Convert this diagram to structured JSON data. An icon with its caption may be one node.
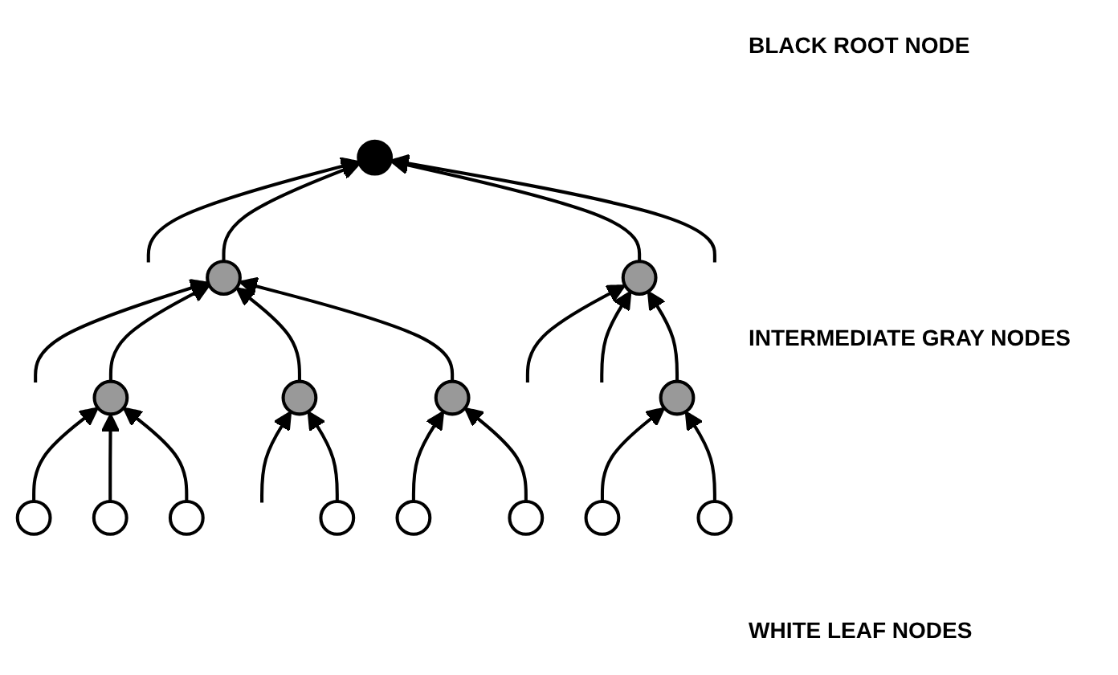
{
  "diagram": {
    "nodes": [
      {
        "text": [],
        "shape": "circle"
      },
      {
        "text": [],
        "shape": "circle"
      },
      {
        "text": [],
        "shape": "circle"
      },
      {
        "text": [],
        "shape": "circle"
      },
      {
        "text": [],
        "shape": "circle"
      },
      {
        "text": [],
        "shape": "circle"
      },
      {
        "text": [],
        "shape": "circle"
      },
      {
        "text": [],
        "shape": "circle"
      },
      {
        "text": [],
        "shape": "circle"
      },
      {
        "text": [],
        "shape": "circle"
      },
      {
        "text": [],
        "shape": "circle"
      },
      {
        "text": [],
        "shape": "circle"
      },
      {
        "text": [],
        "shape": "circle"
      },
      {
        "text": [],
        "shape": "circle"
      },
      {
        "text": [],
        "shape": "circle"
      }
    ],
    "edges": [
      {
        "from": null,
        "to": 0,
        "arrow": "to"
      },
      {
        "from": 1,
        "to": 0,
        "arrow": "to"
      },
      {
        "from": 2,
        "to": 0,
        "arrow": "to"
      },
      {
        "from": null,
        "to": 0,
        "arrow": "to"
      },
      {
        "from": null,
        "to": 1,
        "arrow": "to"
      },
      {
        "from": 3,
        "to": 1,
        "arrow": "to"
      },
      {
        "from": 4,
        "to": 1,
        "arrow": "to"
      },
      {
        "from": 5,
        "to": 1,
        "arrow": "to"
      },
      {
        "from": null,
        "to": 2,
        "arrow": "to"
      },
      {
        "from": null,
        "to": 2,
        "arrow": "to"
      },
      {
        "from": 6,
        "to": 2,
        "arrow": "to"
      },
      {
        "from": 7,
        "to": 3,
        "arrow": "to"
      },
      {
        "from": 8,
        "to": 3,
        "arrow": "to"
      },
      {
        "from": 9,
        "to": 3,
        "arrow": "to"
      },
      {
        "from": null,
        "to": 4,
        "arrow": "to"
      },
      {
        "from": 10,
        "to": 4,
        "arrow": "to"
      },
      {
        "from": 11,
        "to": 5,
        "arrow": "to"
      },
      {
        "from": 12,
        "to": 5,
        "arrow": "to"
      },
      {
        "from": 13,
        "to": 6,
        "arrow": "to"
      },
      {
        "from": 14,
        "to": 6,
        "arrow": "to"
      }
    ],
    "labels": [
      "BLACK ROOT NODE",
      "INTERMEDIATE GRAY NODES",
      "WHITE LEAF NODES"
    ]
  }
}
